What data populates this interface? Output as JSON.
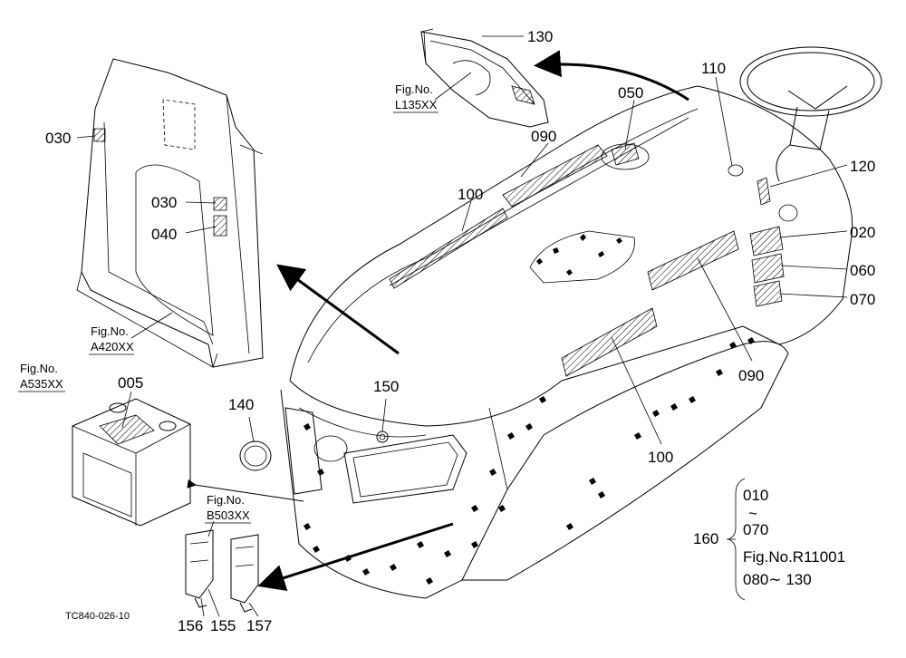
{
  "parts": {
    "p005": "005",
    "p020": "020",
    "p030a": "030",
    "p030b": "030",
    "p040": "040",
    "p050": "050",
    "p060": "060",
    "p070": "070",
    "p090a": "090",
    "p090b": "090",
    "p100a": "100",
    "p100b": "100",
    "p110": "110",
    "p120": "120",
    "p130": "130",
    "p140": "140",
    "p150": "150",
    "p155": "155",
    "p156": "156",
    "p157": "157",
    "p160": "160"
  },
  "figs": {
    "fig_label": "Fig.No.",
    "l135": "L135XX",
    "a420": "A420XX",
    "a535": "A535XX",
    "b503": "B503XX"
  },
  "note": {
    "line1": "010",
    "line2": "~",
    "line3": "070",
    "line4": "Fig.No.R11001",
    "line5": "080∼ 130"
  },
  "drawing_code": "TC840-026-10"
}
